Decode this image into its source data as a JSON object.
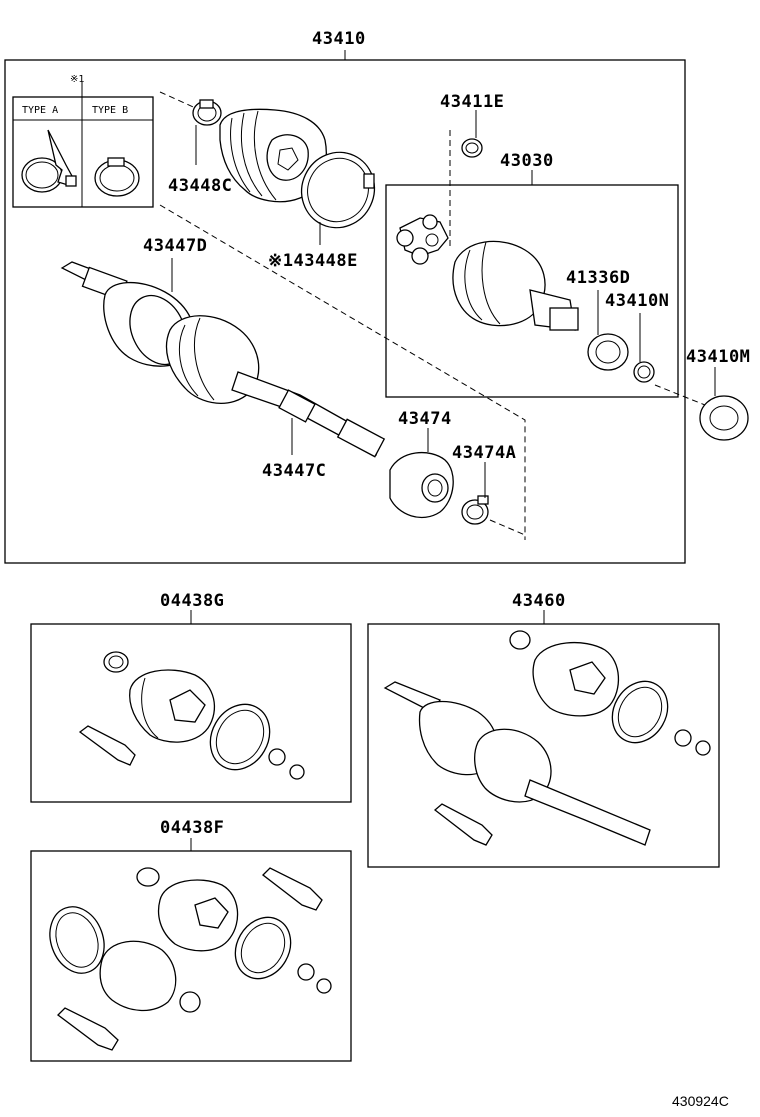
{
  "diagram": {
    "assembly_label": "43410",
    "note_mark": "※1",
    "type_a_label": "TYPE A",
    "type_b_label": "TYPE B",
    "parts": {
      "p43411E": "43411E",
      "p43030": "43030",
      "p43448C": "43448C",
      "p43448E": "※143448E",
      "p43447D": "43447D",
      "p41336D": "41336D",
      "p43410N": "43410N",
      "p43410M": "43410M",
      "p43474": "43474",
      "p43474A": "43474A",
      "p43447C": "43447C"
    },
    "kits": {
      "k04438G": "04438G",
      "k43460": "43460",
      "k04438F": "04438F"
    },
    "diagram_ref": "430924C"
  }
}
